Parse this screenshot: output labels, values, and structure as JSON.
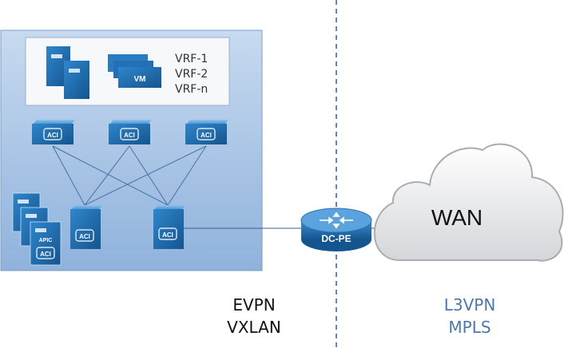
{
  "datacenter": {
    "vrfs": [
      "VRF-1",
      "VRF-2",
      "VRF-n"
    ],
    "vm_label": "VM",
    "spines": [
      {
        "label": "ACI"
      },
      {
        "label": "ACI"
      },
      {
        "label": "ACI"
      }
    ],
    "leaves": [
      {
        "label": "ACI"
      },
      {
        "label": "ACI"
      }
    ],
    "apic_label": "APIC",
    "apic_badge": "ACI"
  },
  "router": {
    "label": "DC-PE"
  },
  "cloud": {
    "label": "WAN"
  },
  "overlays": {
    "left": [
      "EVPN",
      "VXLAN"
    ],
    "right": [
      "L3VPN",
      "MPLS"
    ]
  },
  "colors": {
    "dc_fill": "#a9c5e6",
    "device_blue": "#1f6cb0",
    "right_text": "#4a78b0",
    "divider": "#2e5c9e"
  }
}
